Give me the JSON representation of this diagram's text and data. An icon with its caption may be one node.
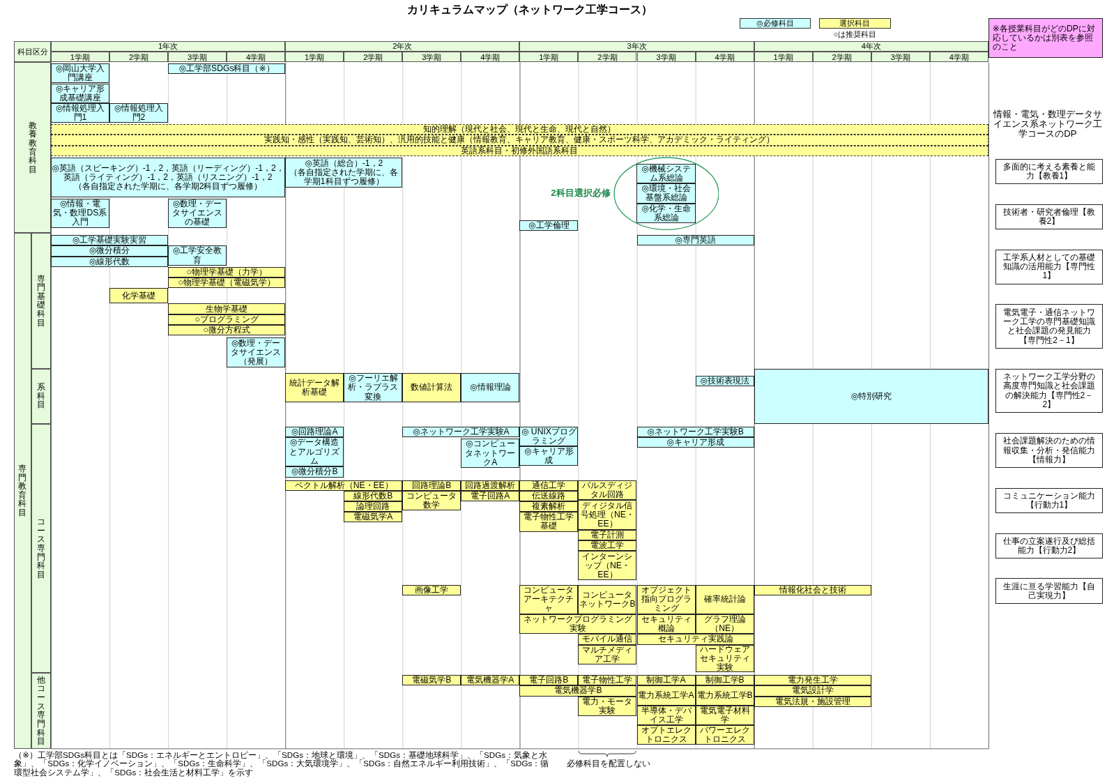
{
  "diagram": {
    "title": "カリキュラムマップ（ネットワーク工学コース）",
    "nodes": [
      {
        "text": [
          "※各授業科目がどのDPに対応しているかは別表を参照のこと"
        ]
      },
      {
        "text": [
          "◎工学部SDGs科目（※）"
        ]
      },
      {
        "text": [
          "◎岡山大学入門講座"
        ]
      },
      {
        "text": [
          "◎キャリア形成基礎講座"
        ]
      },
      {
        "text": [
          "◎情報処理入門1"
        ]
      },
      {
        "text": [
          "◎情報処理入門2"
        ]
      },
      {
        "text": [
          "知的理解（現代と社会、現代と生命、現代と自然）"
        ]
      },
      {
        "text": [
          "実践知・感性（実践知、芸術知）、汎用的技能と健康（情報教育、キャリア教育、健康・スポーツ科学、アカデミック・ライティング）"
        ]
      },
      {
        "text": [
          "英語系科目・初修外国語系科目"
        ]
      },
      {
        "text": [
          "◎英語（スピーキング）-1，2，英語（リーディング）-1，2，英語（ライティング）-1，2，英語（リスニング）-1，2",
          "（各自指定された学期に、各学期2科目ずつ履修）"
        ]
      },
      {
        "text": [
          "◎英語（総合）-1，2",
          "（各自指定された学期に、各学期1科目ずつ履修）"
        ]
      },
      {
        "text": [
          "◎数理・データサイエンスの基礎"
        ]
      },
      {
        "text": [
          "◎情報・電気・数理DS系入門"
        ]
      },
      {
        "text": [
          "2科目選択必修"
        ]
      },
      {
        "text": [
          "◎機械システム系総論"
        ],
        "in": 13
      },
      {
        "text": [
          "◎環境・社会基盤系総論"
        ],
        "in": 13
      },
      {
        "text": [
          "◎化学・生命系総論"
        ],
        "in": 13
      },
      {
        "text": [
          "◎工学倫理"
        ]
      },
      {
        "text": [
          "◎工学基礎実験実習"
        ]
      },
      {
        "text": [
          "◎工学安全教育"
        ]
      },
      {
        "text": [
          "◎専門英語"
        ]
      },
      {
        "text": [
          "◎微分積分"
        ]
      },
      {
        "text": [
          "◎線形代数"
        ]
      },
      {
        "text": [
          "○物理学基礎（力学）"
        ]
      },
      {
        "text": [
          "○物理学基礎（電磁気学）"
        ]
      },
      {
        "text": [
          "化学基礎"
        ]
      },
      {
        "text": [
          "生物学基礎"
        ]
      },
      {
        "text": [
          "○プログラミング"
        ]
      },
      {
        "text": [
          "○微分方程式"
        ]
      },
      {
        "text": [
          "◎数理・データサイエンス（発展）"
        ]
      },
      {
        "text": [
          "統計データ解析基礎"
        ]
      },
      {
        "text": [
          "◎フーリエ解析・ラプラス変換"
        ]
      },
      {
        "text": [
          "数値計算法"
        ]
      },
      {
        "text": [
          "◎情報理論"
        ]
      },
      {
        "text": [
          "◎技術表現法"
        ]
      },
      {
        "text": [
          "◎特別研究"
        ]
      },
      {
        "text": [
          "◎回路理論A"
        ]
      },
      {
        "text": [
          "◎ネットワーク工学実験A"
        ]
      },
      {
        "text": [
          "◎ UNIXプログラミング"
        ]
      },
      {
        "text": [
          "◎ネットワーク工学実験B"
        ]
      },
      {
        "text": [
          "◎データ構造とアルゴリズム"
        ]
      },
      {
        "text": [
          "◎キャリア形成"
        ]
      },
      {
        "text": [
          "◎キャリア形成"
        ]
      },
      {
        "text": [
          "◎コンピュータネットワークA"
        ]
      },
      {
        "text": [
          "◎微分積分B"
        ]
      },
      {
        "text": [
          "ベクトル解析（NE・EE）"
        ]
      },
      {
        "text": [
          "回路理論B"
        ]
      },
      {
        "text": [
          "回路過渡解析"
        ]
      },
      {
        "text": [
          "通信工学"
        ]
      },
      {
        "text": [
          "パルスディジタル回路"
        ]
      },
      {
        "text": [
          "線形代数B"
        ]
      },
      {
        "text": [
          "論理回路"
        ]
      },
      {
        "text": [
          "コンピュータ数学"
        ]
      },
      {
        "text": [
          "電子回路A"
        ]
      },
      {
        "text": [
          "伝送線路"
        ]
      },
      {
        "text": [
          "ディジタル信号処理（NE・EE）"
        ]
      },
      {
        "text": [
          "電子計測"
        ]
      },
      {
        "text": [
          "電磁気学A"
        ]
      },
      {
        "text": [
          "複素解析"
        ]
      },
      {
        "text": [
          "電波工学"
        ]
      },
      {
        "text": [
          "電子物性工学基礎"
        ]
      },
      {
        "text": [
          "インターンシップ（NE・EE）"
        ]
      },
      {
        "text": [
          "画像工学"
        ]
      },
      {
        "text": [
          "コンピュータアーキテクチャ"
        ]
      },
      {
        "text": [
          "コンピュータネットワークB"
        ]
      },
      {
        "text": [
          "オブジェクト指向プログラミング"
        ]
      },
      {
        "text": [
          "確率統計論"
        ]
      },
      {
        "text": [
          "情報化社会と技術"
        ]
      },
      {
        "text": [
          "ネットワークプログラミング実験"
        ]
      },
      {
        "text": [
          "セキュリティ概論"
        ]
      },
      {
        "text": [
          "グラフ理論（NE）"
        ]
      },
      {
        "text": [
          "モバイル通信"
        ]
      },
      {
        "text": [
          "セキュリティ実践論"
        ]
      },
      {
        "text": [
          "ハードウェアセキュリティ実験"
        ]
      },
      {
        "text": [
          "マルチメディア工学"
        ]
      },
      {
        "text": [
          "電磁気学B"
        ]
      },
      {
        "text": [
          "電気機器学A"
        ]
      },
      {
        "text": [
          "電子回路B"
        ]
      },
      {
        "text": [
          "電子物性工学"
        ]
      },
      {
        "text": [
          "制御工学A"
        ]
      },
      {
        "text": [
          "制御工学B"
        ]
      },
      {
        "text": [
          "電力発生工学"
        ]
      },
      {
        "text": [
          "電気設計学"
        ]
      },
      {
        "text": [
          "電気機器学B"
        ]
      },
      {
        "text": [
          "電気法規・施設管理"
        ]
      },
      {
        "text": [
          "電力系統工学A"
        ]
      },
      {
        "text": [
          "電力系統工学B"
        ]
      },
      {
        "text": [
          "電力・モータ実験"
        ]
      },
      {
        "text": [
          "半導体・デバイス工学"
        ]
      },
      {
        "text": [
          "電気電子材料学"
        ]
      },
      {
        "text": [
          "オプトエレクトロニクス"
        ]
      },
      {
        "text": [
          "パワーエレクトロニクス"
        ]
      },
      {
        "text": [
          "多面的に考える素養と能力【教養1】"
        ]
      },
      {
        "text": [
          "技術者・研究者倫理【教養2】"
        ]
      },
      {
        "text": [
          "工学系人材としての基礎知識の活用能力【専門性1】"
        ]
      },
      {
        "text": [
          "電気電子・通信ネットワーク工学の専門基礎知識と社会課題の発見能力【専門性2－1】"
        ]
      },
      {
        "text": [
          "ネットワーク工学分野の高度専門知識と社会課題の解決能力【専門性2－2】"
        ]
      },
      {
        "text": [
          "社会課題解決のための情報収集・分析・発信能力【情報力】"
        ]
      },
      {
        "text": [
          "コミュニケーション能力【行動力1】"
        ]
      },
      {
        "text": [
          "仕事の立案遂行及び総括能力【行動力2】"
        ]
      },
      {
        "text": [
          "生涯に亘る学習能力【自己実現力】"
        ]
      }
    ],
    "labels": [
      "○は推奨科目",
      "科目区分",
      "1年次",
      "2年次",
      "3年次",
      "4年次",
      "1学期",
      "2学期",
      "3学期",
      "4学期",
      "1学期",
      "2学期",
      "3学期",
      "4学期",
      "1学期",
      "2学期",
      "3学期",
      "4学期",
      "1学期",
      "2学期",
      "3学期",
      "4学期",
      "教養教育科目",
      "専門教育科目",
      "専門基礎科目",
      "系科目",
      "コース専門科目",
      "他コース専門科目",
      "情報・電気・数理データサイエンス系ネットワーク工学コースのDP",
      "必修科目を配置しない",
      "（※）工学部SDGs科目とは「SDGs：エネルギーとエントロピー」、「SDGs：地球と環境」、「SDGs：基礎地球科学」、「SDGs：気象と水象」、「SDGs：化学イノベーション」、「SDGs：生命科学」、「SDGs：大気環境学」、「SDGs：自然エネルギー利用技術」、「SDGs：循環型社会システム学」、「SDGs：社会生活と材料工学」を示す"
    ],
    "legend": [
      {
        "text": "◎必修科目",
        "color": "#ccffff"
      },
      {
        "text": "選択科目",
        "color": "#ffff99"
      }
    ]
  }
}
